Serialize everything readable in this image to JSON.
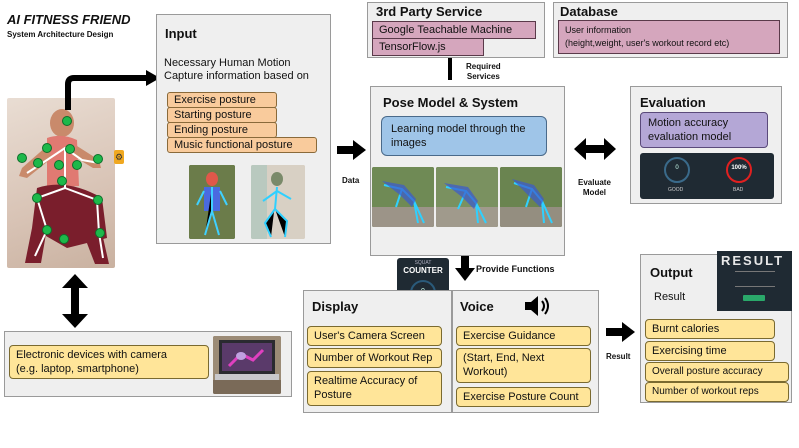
{
  "header": {
    "app_title": "AI FITNESS FRIEND",
    "subtitle": "System Architecture Design"
  },
  "input": {
    "title": "Input",
    "description": "Necessary Human Motion Capture information based on",
    "items": [
      "Exercise posture",
      "Starting posture",
      "Ending posture",
      "Music functional posture"
    ]
  },
  "third_party": {
    "title": "3rd Party Service",
    "items": [
      "Google Teachable Machine",
      "TensorFlow.js"
    ]
  },
  "database": {
    "title": "Database",
    "info": "User information\n(height,weight, user's workout record etc)"
  },
  "pose_model": {
    "title": "Pose Model & System",
    "description": "Learning model through the images"
  },
  "evaluation": {
    "title": "Evaluation",
    "description": "Motion accuracy evaluation model",
    "gauge_left_value": "0",
    "gauge_left_label": "GOOD",
    "gauge_right_value": "100%",
    "gauge_right_label": "BAD"
  },
  "connectors": {
    "required_services": "Required\nServices",
    "data": "Data",
    "evaluate_model": "Evaluate\nModel",
    "provide_functions": "Provide Functions",
    "result": "Result"
  },
  "squat_counter": {
    "caption": "SQUAT",
    "title": "COUNTER",
    "value": "0"
  },
  "display": {
    "title": "Display",
    "items": [
      "User's Camera Screen",
      "Number of Workout Rep",
      "Realtime Accuracy of Posture"
    ]
  },
  "voice": {
    "title": "Voice",
    "items": [
      "Exercise Guidance",
      "(Start, End, Next Workout)",
      "Exercise Posture Count"
    ]
  },
  "output": {
    "title": "Output",
    "result_label": "Result",
    "result_screen_text": "RESULT",
    "items": [
      "Burnt calories",
      "Exercising time",
      "Overall posture accuracy",
      "Number of workout reps"
    ]
  },
  "devices": {
    "description": "Electronic devices with camera\n(e.g. laptop, smartphone)"
  },
  "colors": {
    "input_pill": "#f9cb9c",
    "service_pill": "#d5a6bd",
    "model_box": "#9fc5e8",
    "eval_box": "#b4a7d6",
    "feature_pill": "#ffe599",
    "panel_bg": "#efefef"
  }
}
